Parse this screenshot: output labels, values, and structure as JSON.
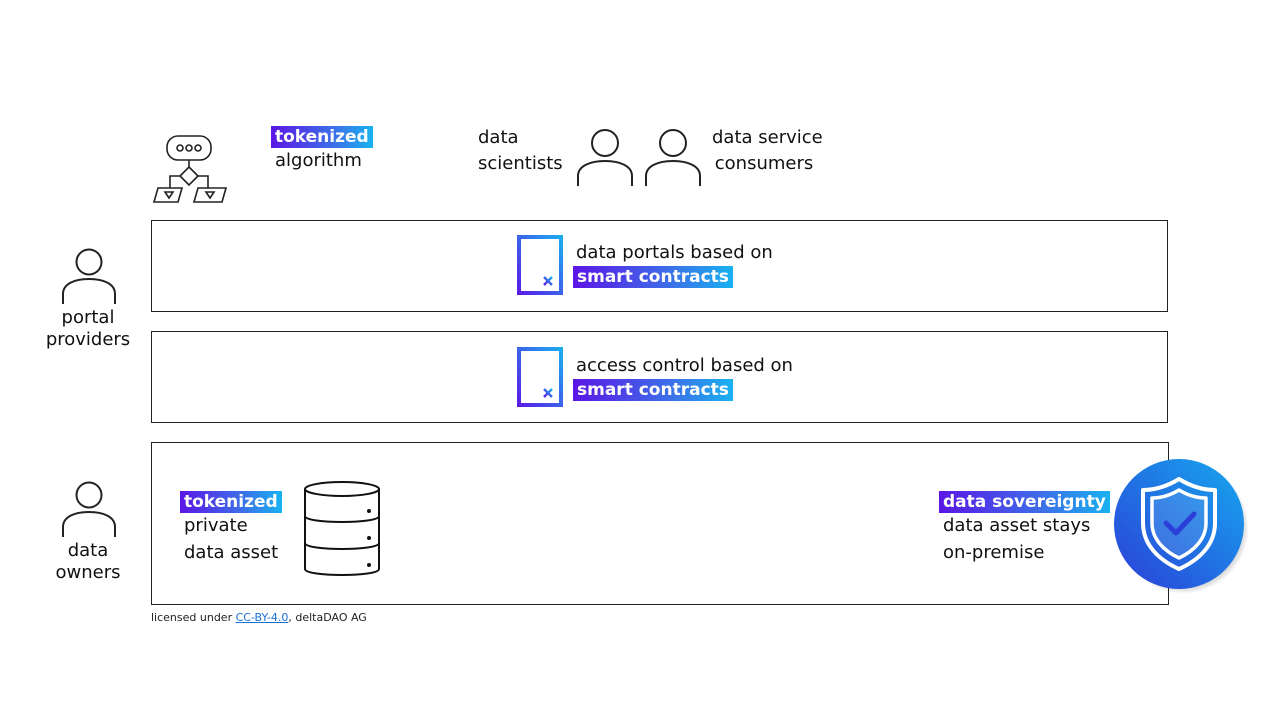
{
  "top": {
    "algorithm": {
      "badge": "tokenized",
      "label": "algorithm"
    },
    "scientists": {
      "line1": "data",
      "line2": "scientists"
    },
    "consumers": {
      "line1": "data service",
      "line2": "consumers"
    }
  },
  "portal_providers": {
    "line1": "portal",
    "line2": "providers"
  },
  "data_owners": {
    "line1": "data",
    "line2": "owners"
  },
  "box_portals": {
    "text": "data portals based on",
    "badge": "smart contracts"
  },
  "box_access": {
    "text": "access control based on",
    "badge": "smart contracts"
  },
  "box_owners": {
    "asset_badge": "tokenized",
    "asset_line1": "private",
    "asset_line2": "data asset",
    "sovereignty_badge": "data sovereignty",
    "sovereignty_line1": "data asset stays",
    "sovereignty_line2": "on-premise"
  },
  "license": {
    "prefix": "licensed under ",
    "link": "CC-BY-4.0",
    "suffix": ", deltaDAO AG"
  },
  "colors": {
    "gradient_start": "#5b16e6",
    "gradient_end": "#19b2f0",
    "shield_dark": "#2b3fd8",
    "shield_light": "#16a8ee"
  }
}
